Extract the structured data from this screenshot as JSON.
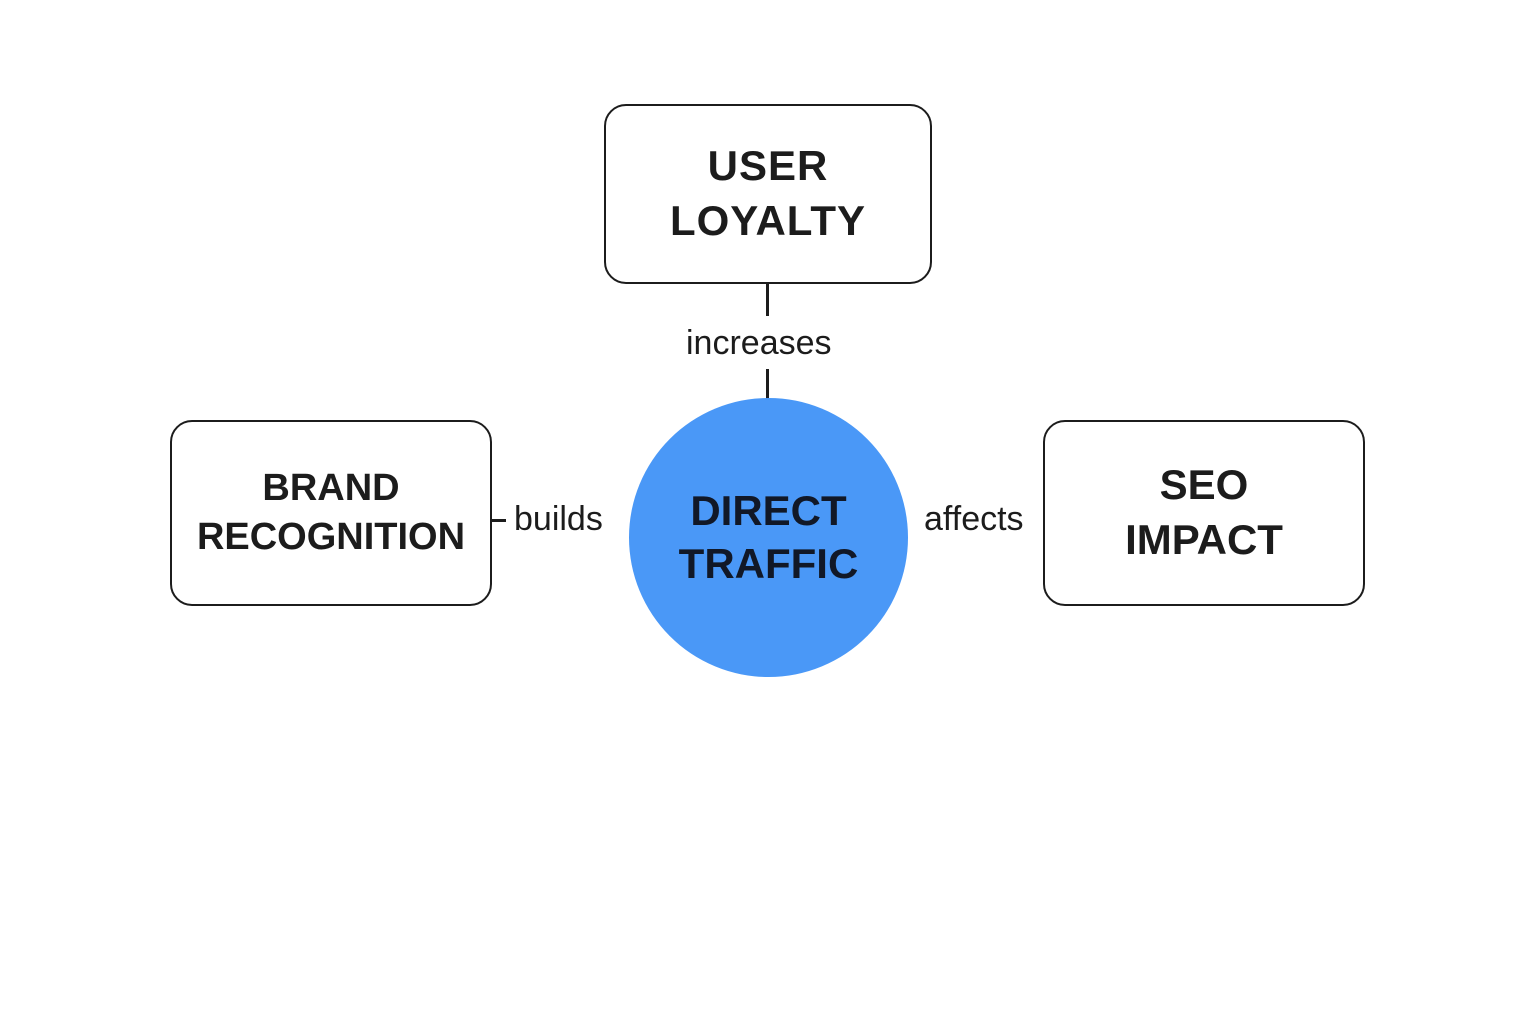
{
  "nodes": {
    "top": {
      "line1": "USER",
      "line2": "LOYALTY"
    },
    "left": {
      "line1": "BRAND",
      "line2": "RECOGNITION"
    },
    "right": {
      "line1": "SEO",
      "line2": "IMPACT"
    },
    "center": {
      "line1": "DIRECT",
      "line2": "TRAFFIC",
      "fill_color": "#4a98f7"
    }
  },
  "edges": {
    "top": {
      "label": "increases"
    },
    "left": {
      "label": "builds"
    },
    "right": {
      "label": "affects"
    }
  }
}
